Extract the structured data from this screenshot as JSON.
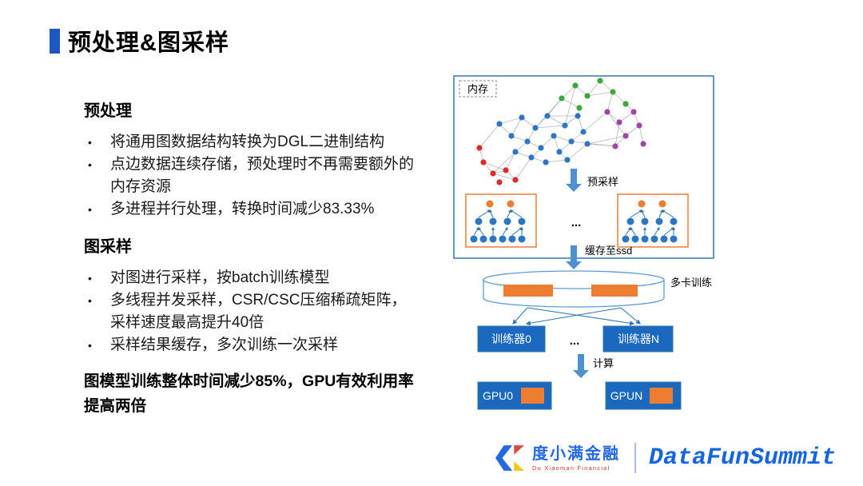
{
  "slide": {
    "title": "预处理&图采样"
  },
  "colors": {
    "accent": "#1E56C4",
    "box_blue": "#2E75B6",
    "fill_blue": "#1B69BE",
    "arrow_blue": "#4F90D0",
    "cyl_blue": "#5B9BD5",
    "orange": "#ED7D31",
    "node_blue": "#2E75C5",
    "node_red": "#DF2B25",
    "node_green": "#38A93C",
    "node_purple": "#A144A6",
    "edge_gray": "#b5b5b5",
    "brand_blue": "#2468E5",
    "brand_red": "#C8372D",
    "summit_blue": "#1565E0",
    "logo_yellow": "#F5C518",
    "logo_red": "#E0483E"
  },
  "left": {
    "sections": [
      {
        "heading": "预处理",
        "bullets": [
          "将通用图数据结构转换为DGL二进制结构",
          "点边数据连续存储，预处理时不再需要额外的内存资源",
          "多进程并行处理，转换时间减少83.33%"
        ]
      },
      {
        "heading": "图采样",
        "bullets": [
          "对图进行采样，按batch训练模型",
          "多线程并发采样，CSR/CSC压缩稀疏矩阵，采样速度最高提升40倍",
          "采样结果缓存，多次训练一次采样"
        ]
      }
    ],
    "summary": "图模型训练整体时间减少85%，GPU有效利用率提高两倍"
  },
  "diagram": {
    "memory_label": "内存",
    "presample_label": "预采样",
    "dots": "...",
    "cache_label": "缓存至ssd",
    "multicard_label": "多卡训练",
    "trainer0_label": "训练器0",
    "trainer_dots": "...",
    "trainerN_label": "训练器N",
    "compute_label": "计算",
    "gpu0_label": "GPU0",
    "gpuN_label": "GPUN",
    "graph": {
      "nodes": [
        [
          50,
          118,
          "r"
        ],
        [
          62,
          132,
          "r"
        ],
        [
          78,
          128,
          "r"
        ],
        [
          90,
          140,
          "r"
        ],
        [
          45,
          100,
          "r"
        ],
        [
          70,
          143,
          "r"
        ],
        [
          70,
          70,
          "b"
        ],
        [
          85,
          85,
          "b"
        ],
        [
          98,
          62,
          "b"
        ],
        [
          105,
          92,
          "b"
        ],
        [
          115,
          75,
          "b"
        ],
        [
          122,
          100,
          "b"
        ],
        [
          130,
          60,
          "b"
        ],
        [
          138,
          85,
          "b"
        ],
        [
          145,
          105,
          "b"
        ],
        [
          152,
          72,
          "b"
        ],
        [
          160,
          92,
          "b"
        ],
        [
          168,
          60,
          "b"
        ],
        [
          175,
          80,
          "b"
        ],
        [
          90,
          105,
          "b"
        ],
        [
          110,
          112,
          "b"
        ],
        [
          128,
          118,
          "b"
        ],
        [
          155,
          115,
          "b"
        ],
        [
          180,
          95,
          "b"
        ],
        [
          148,
          38,
          "g"
        ],
        [
          165,
          22,
          "g"
        ],
        [
          180,
          35,
          "g"
        ],
        [
          196,
          16,
          "g"
        ],
        [
          212,
          30,
          "g"
        ],
        [
          228,
          45,
          "g"
        ],
        [
          170,
          50,
          "g"
        ],
        [
          205,
          55,
          "p"
        ],
        [
          220,
          68,
          "p"
        ],
        [
          238,
          55,
          "p"
        ],
        [
          228,
          85,
          "p"
        ],
        [
          245,
          72,
          "p"
        ],
        [
          215,
          98,
          "p"
        ],
        [
          250,
          95,
          "p"
        ]
      ],
      "edges": [
        [
          0,
          1
        ],
        [
          1,
          2
        ],
        [
          2,
          3
        ],
        [
          0,
          4
        ],
        [
          1,
          3
        ],
        [
          0,
          2
        ],
        [
          2,
          19
        ],
        [
          3,
          20
        ],
        [
          4,
          6
        ],
        [
          1,
          19
        ],
        [
          6,
          7
        ],
        [
          7,
          8
        ],
        [
          8,
          10
        ],
        [
          9,
          10
        ],
        [
          10,
          12
        ],
        [
          11,
          13
        ],
        [
          12,
          15
        ],
        [
          13,
          14
        ],
        [
          14,
          16
        ],
        [
          15,
          17
        ],
        [
          16,
          18
        ],
        [
          17,
          18
        ],
        [
          7,
          9
        ],
        [
          9,
          11
        ],
        [
          11,
          20
        ],
        [
          20,
          21
        ],
        [
          21,
          22
        ],
        [
          22,
          23
        ],
        [
          13,
          16
        ],
        [
          10,
          15
        ],
        [
          12,
          17
        ],
        [
          6,
          8
        ],
        [
          19,
          20
        ],
        [
          14,
          22
        ],
        [
          9,
          19
        ],
        [
          12,
          24
        ],
        [
          15,
          25
        ],
        [
          17,
          30
        ],
        [
          10,
          24
        ],
        [
          24,
          30
        ],
        [
          24,
          25
        ],
        [
          25,
          26
        ],
        [
          26,
          27
        ],
        [
          27,
          28
        ],
        [
          28,
          29
        ],
        [
          26,
          28
        ],
        [
          29,
          33
        ],
        [
          28,
          31
        ],
        [
          31,
          32
        ],
        [
          32,
          33
        ],
        [
          33,
          35
        ],
        [
          34,
          35
        ],
        [
          35,
          37
        ],
        [
          34,
          36
        ],
        [
          31,
          34
        ],
        [
          32,
          36
        ],
        [
          18,
          31
        ],
        [
          23,
          34
        ],
        [
          23,
          36
        ],
        [
          16,
          36
        ]
      ]
    },
    "tree": {
      "roots": [
        [
          30,
          12
        ],
        [
          56,
          12
        ]
      ],
      "mid": [
        [
          16,
          34
        ],
        [
          34,
          34
        ],
        [
          52,
          34
        ],
        [
          70,
          34
        ]
      ],
      "leaves": [
        [
          10,
          56
        ],
        [
          22,
          56
        ],
        [
          34,
          56
        ],
        [
          46,
          56
        ],
        [
          58,
          56
        ],
        [
          70,
          56
        ]
      ],
      "mid_parent": [
        0,
        0,
        1,
        1
      ],
      "leaf_parent": [
        0,
        0,
        1,
        2,
        3,
        3
      ]
    }
  },
  "footer": {
    "brand_cn": "度小满金融",
    "brand_en": "Du Xiaoman Financial",
    "summit": "DataFunSummit"
  }
}
